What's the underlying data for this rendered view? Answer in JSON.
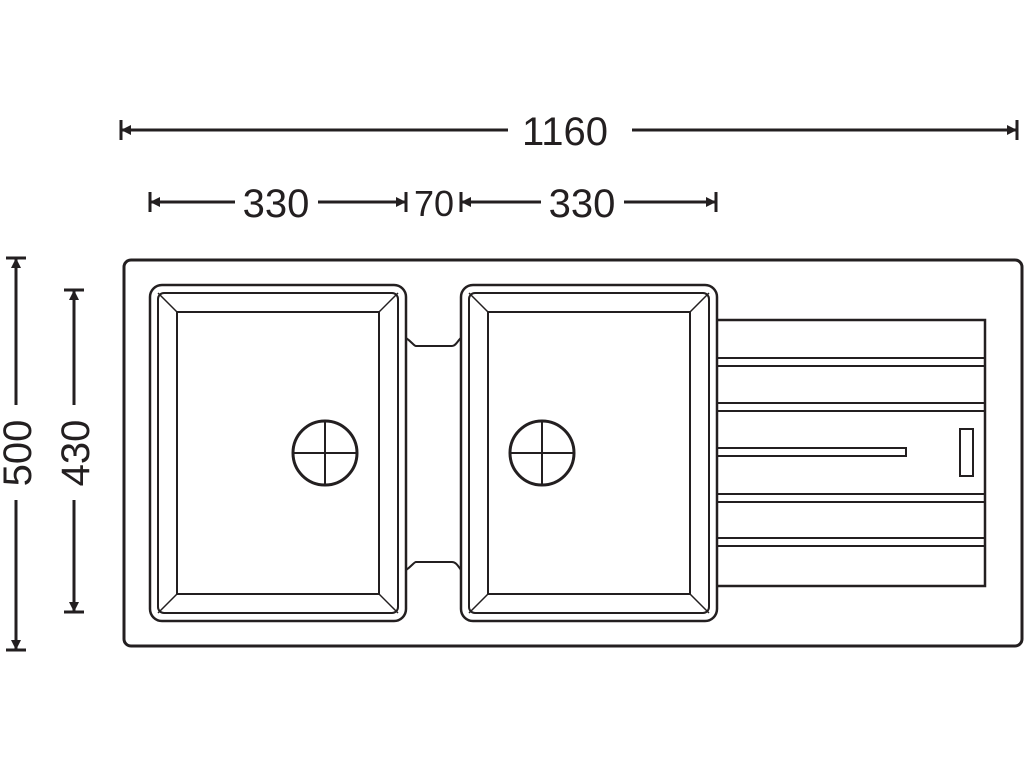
{
  "dimensions": {
    "overall_width": "1160",
    "bowl_left_width": "330",
    "bowl_gap": "70",
    "bowl_right_width": "330",
    "overall_depth": "500",
    "bowl_depth": "430"
  },
  "colors": {
    "ink": "#231f20",
    "background": "#ffffff"
  }
}
